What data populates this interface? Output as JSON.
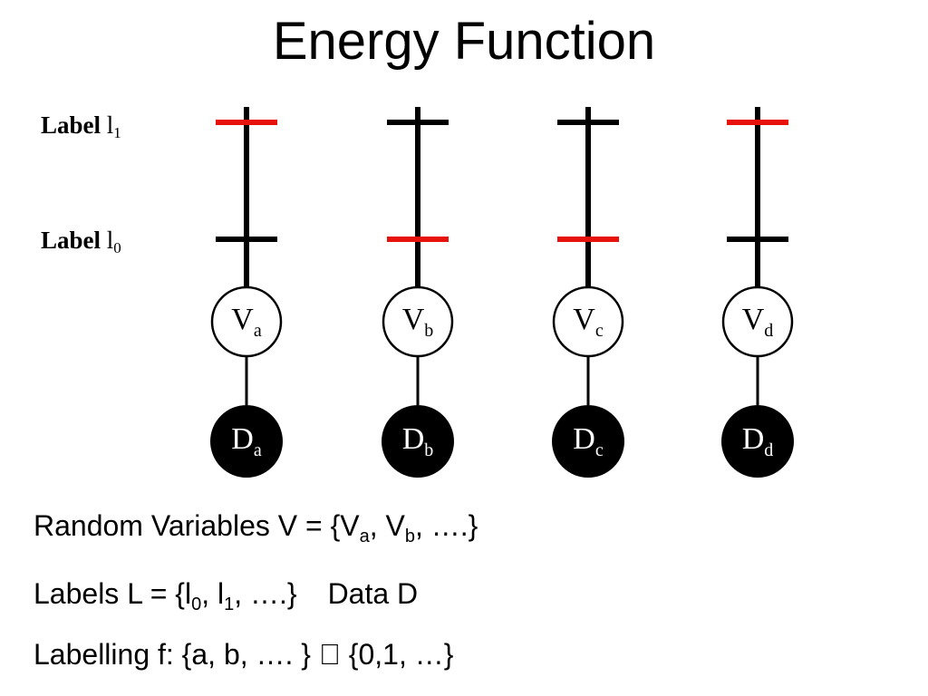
{
  "title": "Energy Function",
  "rows": {
    "label1": {
      "word": "Label",
      "letter": "l",
      "sub": "1"
    },
    "label0": {
      "word": "Label",
      "letter": "l",
      "sub": "0"
    }
  },
  "variables": [
    {
      "name": "V",
      "sub": "a",
      "data_name": "D",
      "data_sub": "a",
      "active_label": 1
    },
    {
      "name": "V",
      "sub": "b",
      "data_name": "D",
      "data_sub": "b",
      "active_label": 0
    },
    {
      "name": "V",
      "sub": "c",
      "data_name": "D",
      "data_sub": "c",
      "active_label": 0
    },
    {
      "name": "V",
      "sub": "d",
      "data_name": "D",
      "data_sub": "d",
      "active_label": 1
    }
  ],
  "colors": {
    "active": "#e8120c",
    "inactive": "#000000",
    "data_node": "#000000"
  },
  "lines": {
    "random_variables": {
      "prefix": "Random Variables V = {V",
      "s1": "a",
      "mid": ", V",
      "s2": "b",
      "suffix": ", ….}"
    },
    "labels": {
      "prefix": "Labels L = {l",
      "s1": "0",
      "mid": ", l",
      "s2": "1",
      "suffix": ", ….}",
      "data": "Data D"
    },
    "labelling": {
      "text": "Labelling f: {a, b, …. }  {0,1, …}"
    }
  }
}
